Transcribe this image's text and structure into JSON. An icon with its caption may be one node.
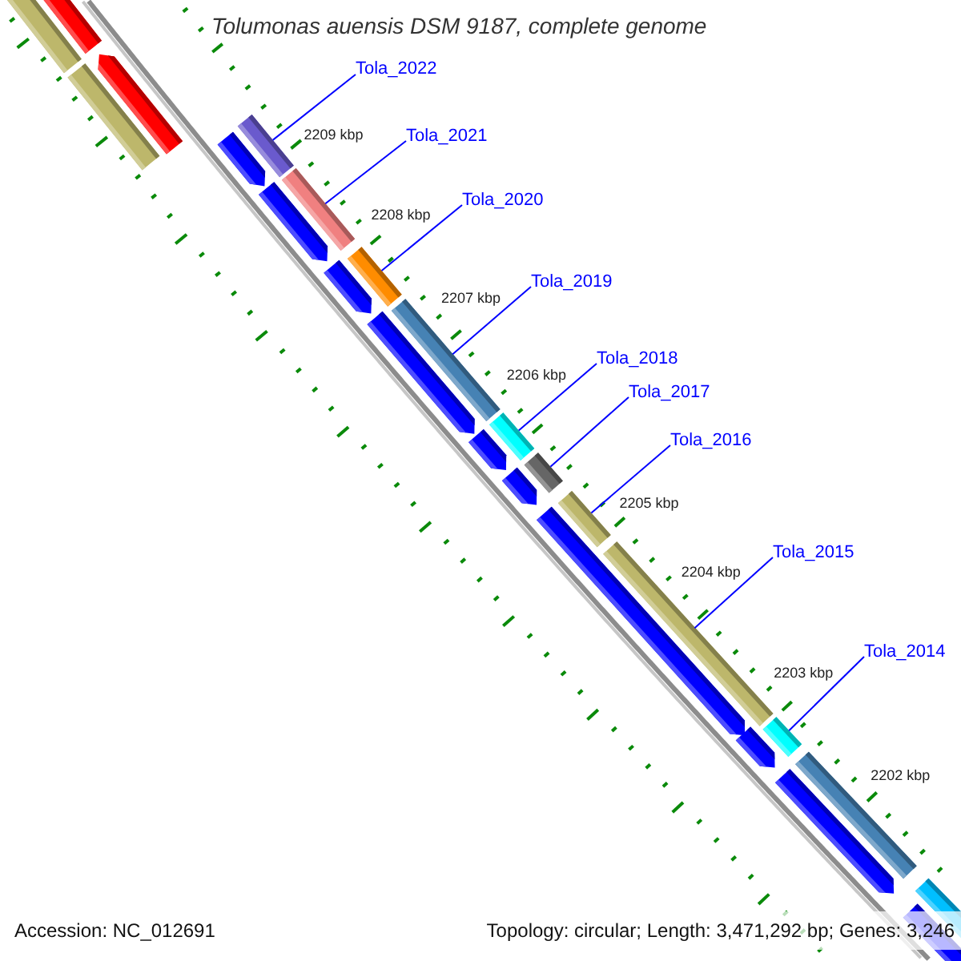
{
  "diagram": {
    "title": "Tolumonas auensis DSM 9187, complete genome",
    "nodes": [
      {
        "text": [
          "Tola_2022"
        ]
      },
      {
        "text": [
          "Tola_2021"
        ]
      },
      {
        "text": [
          "Tola_2020"
        ]
      },
      {
        "text": [
          "Tola_2019"
        ]
      },
      {
        "text": [
          "Tola_2018"
        ]
      },
      {
        "text": [
          "Tola_2017"
        ]
      },
      {
        "text": [
          "Tola_2016"
        ]
      },
      {
        "text": [
          "Tola_2015"
        ]
      },
      {
        "text": [
          "Tola_2014"
        ]
      },
      {
        "text": [],
        "shape": "bar"
      },
      {
        "text": [],
        "shape": "bar"
      },
      {
        "text": [],
        "shape": "bar"
      },
      {
        "text": [],
        "shape": "arrow"
      },
      {
        "text": [],
        "shape": "bar"
      },
      {
        "text": [],
        "shape": "arrow"
      },
      {
        "text": [],
        "shape": "arrow"
      },
      {
        "text": [],
        "shape": "bar"
      },
      {
        "text": [],
        "shape": "arrow"
      },
      {
        "text": [],
        "shape": "bar"
      },
      {
        "text": [],
        "shape": "arrow"
      },
      {
        "text": [],
        "shape": "bar"
      },
      {
        "text": [],
        "shape": "arrow"
      },
      {
        "text": [],
        "shape": "bar"
      },
      {
        "text": [],
        "shape": "arrow"
      },
      {
        "text": [],
        "shape": "bar"
      },
      {
        "text": [],
        "shape": "arrow"
      },
      {
        "text": [],
        "shape": "bar"
      },
      {
        "text": [],
        "shape": "bar"
      },
      {
        "text": [],
        "shape": "arrow"
      },
      {
        "text": [],
        "shape": "bar"
      },
      {
        "text": [],
        "shape": "arrow"
      },
      {
        "text": [],
        "shape": "bar"
      },
      {
        "text": [],
        "shape": "bar"
      },
      {
        "text": [],
        "shape": "arrow"
      }
    ],
    "edges": [
      {
        "from": 0,
        "to": 13,
        "arrow": "none"
      },
      {
        "from": 1,
        "to": 16,
        "arrow": "none"
      },
      {
        "from": 2,
        "to": 18,
        "arrow": "none"
      },
      {
        "from": 3,
        "to": 20,
        "arrow": "none"
      },
      {
        "from": 4,
        "to": 22,
        "arrow": "none"
      },
      {
        "from": 5,
        "to": 24,
        "arrow": "none"
      },
      {
        "from": 6,
        "to": 26,
        "arrow": "none"
      },
      {
        "from": 7,
        "to": 27,
        "arrow": "none"
      },
      {
        "from": 8,
        "to": 29,
        "arrow": "none"
      }
    ],
    "labels": [
      "2209 kbp",
      "2208 kbp",
      "2207 kbp",
      "2206 kbp",
      "2205 kbp",
      "2204 kbp",
      "2203 kbp",
      "2202 kbp",
      "Accession: NC_012691",
      "Topology: circular; Length: 3,471,292 bp; Genes: 3,246"
    ]
  }
}
